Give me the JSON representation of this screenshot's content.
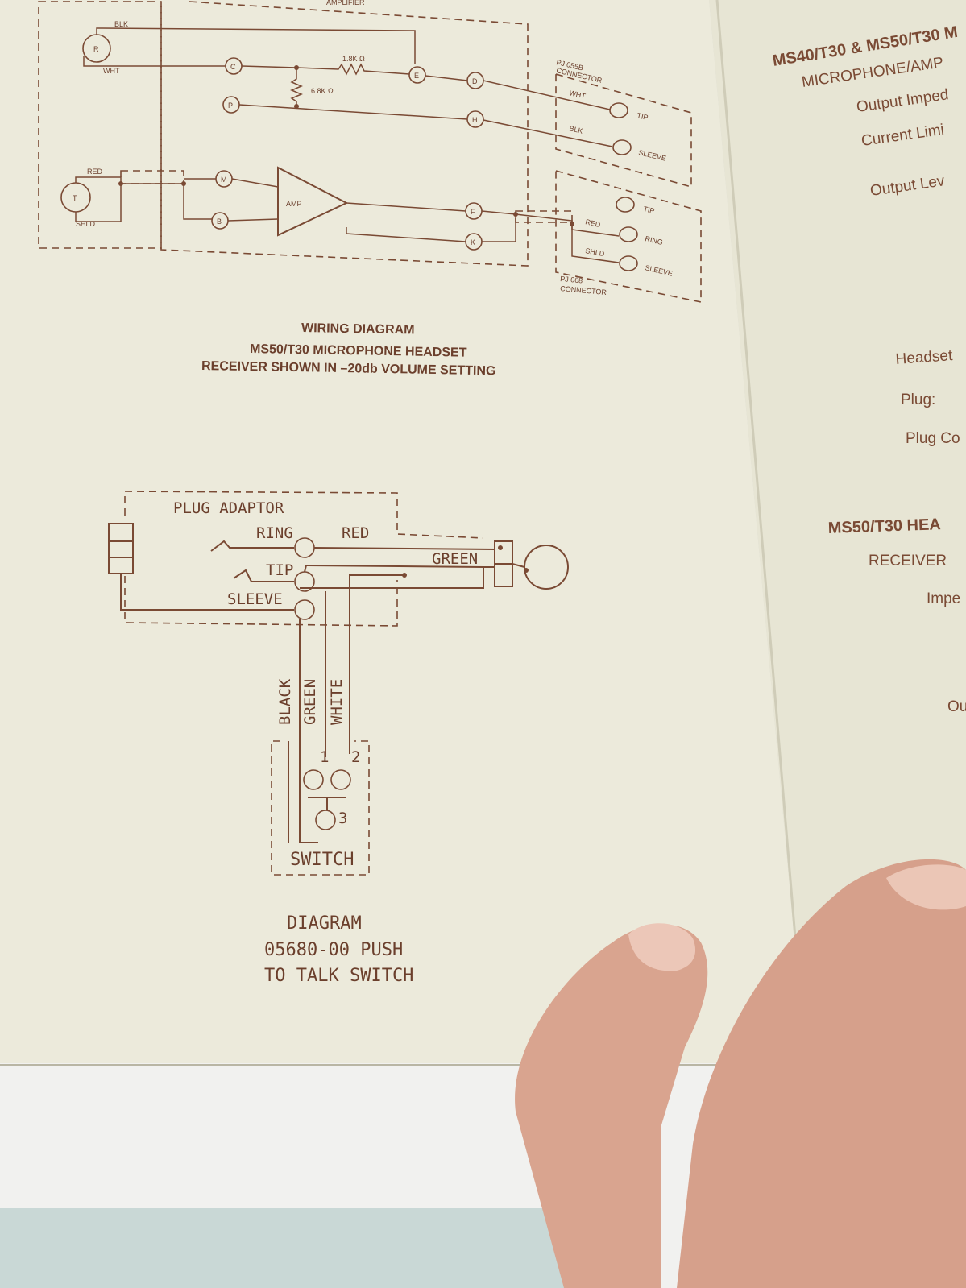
{
  "wiring_diagram": {
    "top_label": "AMPLIFIER",
    "wire_labels": {
      "blk": "BLK",
      "wht": "WHT",
      "red": "RED",
      "shld": "SHLD",
      "r_1_8k": "1.8K Ω",
      "r_6_8k": "6.8K Ω",
      "amp": "AMP"
    },
    "elements": {
      "receiver": "R",
      "transmitter": "T"
    },
    "terminals": {
      "c": "C",
      "p": "P",
      "e": "E",
      "d": "D",
      "h": "H",
      "m": "M",
      "b": "B",
      "f": "F",
      "k": "K"
    },
    "connector_055b": {
      "title": "PJ 055B",
      "subtitle": "CONNECTOR",
      "wht": "WHT",
      "blk": "BLK",
      "tip": "TIP",
      "sleeve": "SLEEVE"
    },
    "connector_068": {
      "title": "PJ 068",
      "subtitle": "CONNECTOR",
      "red": "RED",
      "shld": "SHLD",
      "tip": "TIP",
      "ring": "RING",
      "sleeve": "SLEEVE"
    },
    "caption": [
      "WIRING DIAGRAM",
      "MS50/T30 MICROPHONE HEADSET",
      "RECEIVER SHOWN IN –20db VOLUME SETTING"
    ]
  },
  "switch_diagram": {
    "plug_adaptor": "PLUG ADAPTOR",
    "ring": "RING",
    "tip": "TIP",
    "sleeve": "SLEEVE",
    "red": "RED",
    "green": "GREEN",
    "wire_black": "BLACK",
    "wire_green": "GREEN",
    "wire_white": "WHITE",
    "contact_1": "1",
    "contact_2": "2",
    "contact_3": "3",
    "switch": "SWITCH",
    "caption": [
      "DIAGRAM",
      "05680-00 PUSH",
      "TO TALK SWITCH"
    ]
  },
  "right_page": {
    "lines": [
      "MS40/T30 & MS50/T30 M",
      "MICROPHONE/AMP",
      "Output Imped",
      "Current Limi",
      "Output Lev",
      "Headset",
      "Plug:",
      "Plug Co",
      "MS50/T30 HEA",
      "RECEIVER",
      "Impe",
      "Ou"
    ]
  }
}
